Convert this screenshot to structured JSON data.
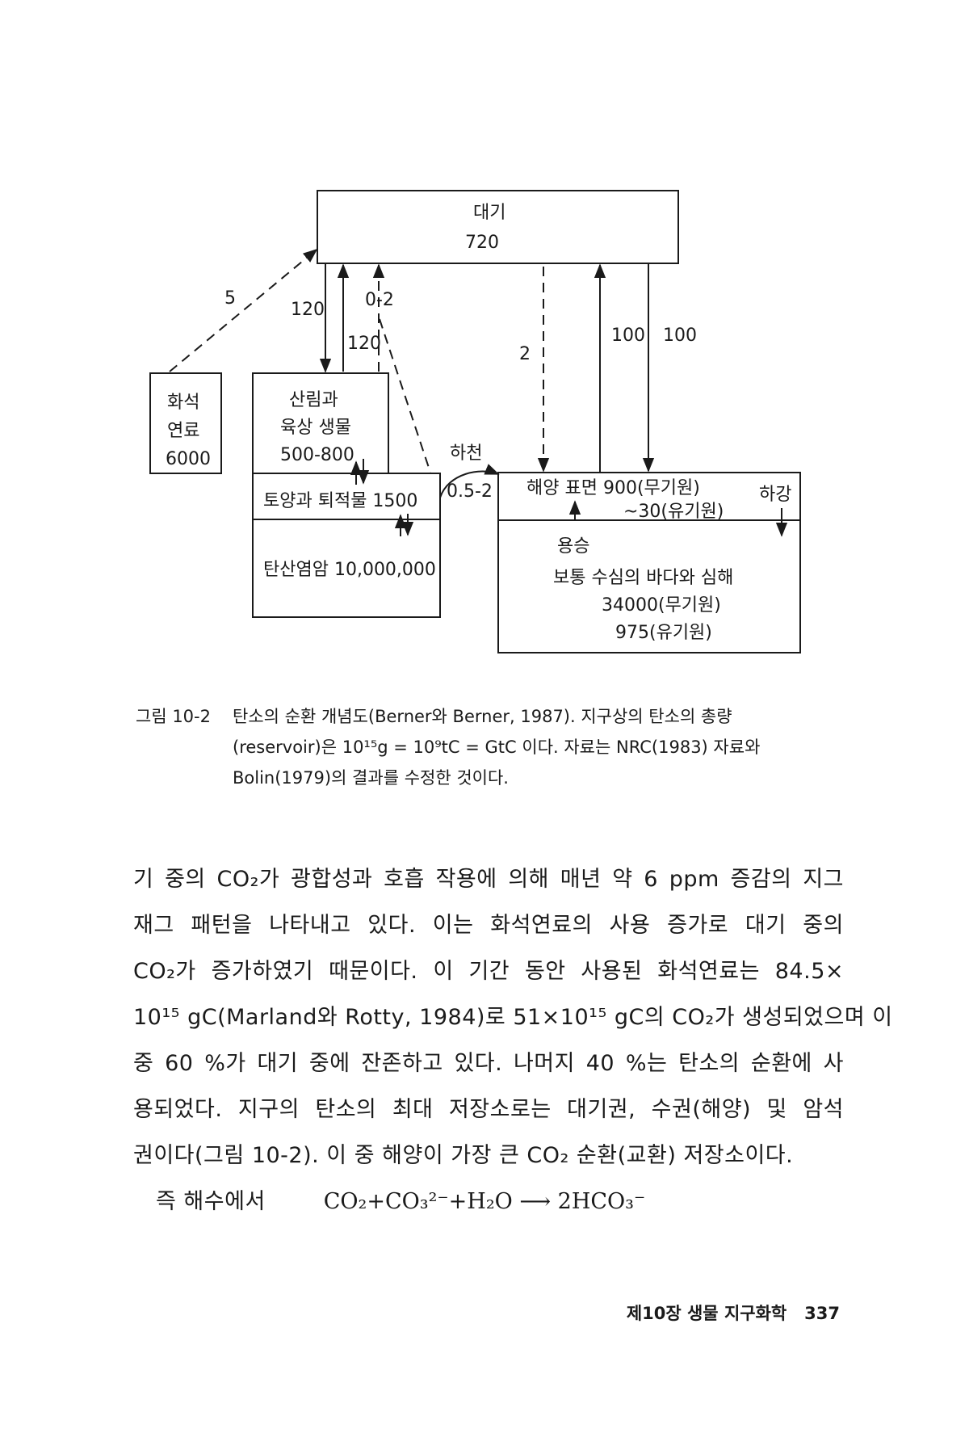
{
  "diagram": {
    "atmosphere": {
      "name": "대기",
      "value": "720"
    },
    "fossil": {
      "line1": "화석",
      "line2": "연료",
      "value": "6000"
    },
    "forest": {
      "line1": "산림과",
      "line2": "육상 생물",
      "value": "500-800"
    },
    "soil": "토양과 퇴적물 1500",
    "carbonate": "탄산염암 10,000,000",
    "ocean_surface": {
      "line1": "해양 표면 900(무기원)",
      "line2": "~30(유기원)"
    },
    "deep_ocean": {
      "upwelling": "용승",
      "line1": "보통 수심의 바다와 심해",
      "line2": "34000(무기원)",
      "line3": "975(유기원)"
    },
    "flows": {
      "fossil_to_atm": "5",
      "atm_to_forest": "120",
      "forest_to_atm": "120",
      "river_flux": "0-2",
      "atm_ocean_dashed": "2",
      "ocean_to_atm": "100",
      "atm_to_ocean": "100",
      "river_label": "하천",
      "river_value": "0.5-2",
      "sinking": "하강"
    }
  },
  "caption": {
    "label": "그림 10-2",
    "lines": [
      "탄소의 순환 개념도(Berner와 Berner, 1987).   지구상의 탄소의 총량",
      "(reservoir)은 10¹⁵g = 10⁹tC = GtC 이다.  자료는 NRC(1983) 자료와",
      "Bolin(1979)의 결과를 수정한 것이다."
    ]
  },
  "body": {
    "lines": [
      "기 중의 CO₂가 광합성과 호흡 작용에 의해 매년 약 6 ppm 증감의 지그",
      "재그 패턴을 나타내고 있다. 이는 화석연료의 사용 증가로 대기 중의",
      "CO₂가 증가하였기 때문이다. 이 기간 동안 사용된 화석연료는 84.5×",
      "10¹⁵ gC(Marland와 Rotty, 1984)로 51×10¹⁵ gC의 CO₂가 생성되었으며 이",
      "중 60 %가 대기 중에 잔존하고 있다. 나머지 40 %는 탄소의 순환에 사",
      "용되었다. 지구의 탄소의 최대 저장소로는 대기권, 수권(해양) 및 암석",
      "권이다(그림 10-2). 이 중 해양이 가장 큰 CO₂ 순환(교환) 저장소이다."
    ],
    "intro": "즉 해수에서"
  },
  "equation": "CO₂+CO₃²⁻+H₂O ⟶ 2HCO₃⁻",
  "footer": {
    "chapter": "제10장  생물 지구화학",
    "page": "337"
  }
}
